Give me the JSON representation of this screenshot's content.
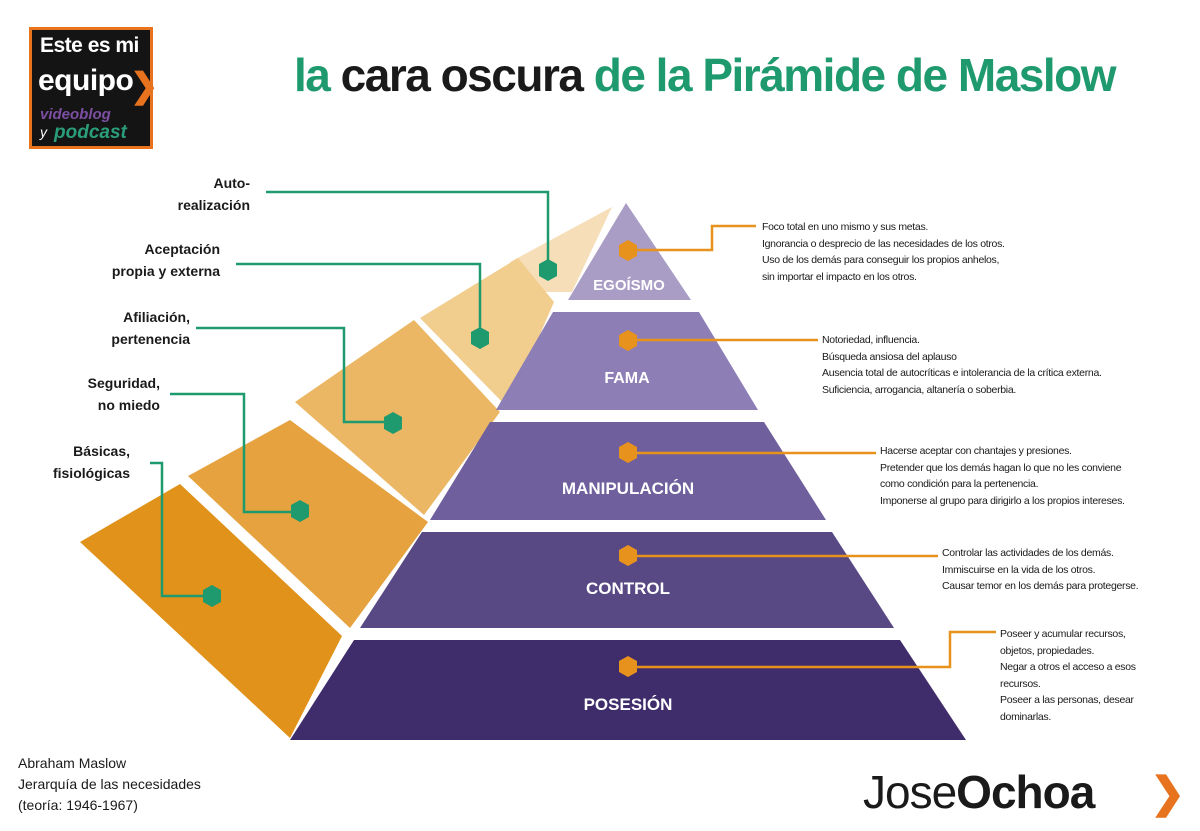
{
  "logo": {
    "line1": "Este es mi",
    "line2": "equipo",
    "line3": "videoblog",
    "line4": "y",
    "line5": "podcast"
  },
  "title": {
    "part1": "la ",
    "part2": "cara oscura ",
    "part3": "de la Pirámide de Maslow"
  },
  "maslow_levels": [
    {
      "label": "Auto-\nrealización"
    },
    {
      "label": "Aceptación\npropia y externa"
    },
    {
      "label": "Afiliación,\npertenencia"
    },
    {
      "label": "Seguridad,\nno miedo"
    },
    {
      "label": "Básicas,\nfisiológicas"
    }
  ],
  "dark_levels": [
    {
      "label": "EGOÍSMO",
      "description": [
        "Foco total en uno mismo y sus metas.",
        "Ignorancia o desprecio de las necesidades de los otros.",
        "Uso de los demás para conseguir los propios anhelos,",
        "sin importar el impacto en los otros."
      ]
    },
    {
      "label": "FAMA",
      "description": [
        "Notoriedad, influencia.",
        "Búsqueda ansiosa del aplauso",
        "Ausencia total de autocríticas e intolerancia de la crítica externa.",
        "Suficiencia, arrogancia, altanería o soberbia."
      ]
    },
    {
      "label": "MANIPULACIÓN",
      "description": [
        "Hacerse aceptar con chantajes y presiones.",
        "Pretender que los demás hagan lo que no les conviene",
        "como condición para la pertenencia.",
        "Imponerse al grupo para dirigirlo a los propios intereses."
      ]
    },
    {
      "label": "CONTROL",
      "description": [
        "Controlar las actividades de los demás.",
        "Immiscuirse en la vida de los otros.",
        "Causar temor en los demás para protegerse."
      ]
    },
    {
      "label": "POSESIÓN",
      "description": [
        "Poseer y acumular recursos,",
        "objetos, propiedades.",
        "Negar a otros el acceso a esos",
        "recursos.",
        "Poseer a las personas, desear",
        "dominarlas."
      ]
    }
  ],
  "colors": {
    "title_green": "#1e9a6e",
    "connector_green": "#1e9a6e",
    "connector_orange": "#e8921e",
    "dark_band_1": "#a99dc6",
    "dark_band_2": "#8d7fb5",
    "dark_band_3": "#6f5f9c",
    "dark_band_4": "#584884",
    "dark_band_5": "#3f2c6b",
    "light_band_1": "#f6dfb8",
    "light_band_2": "#f1cd8e",
    "light_band_3": "#ebb764",
    "light_band_4": "#e5a23e",
    "light_band_5": "#e0921a"
  },
  "footer": {
    "line1": "Abraham Maslow",
    "line2": "Jerarquía de las necesidades",
    "line3": "(teoría: 1946-1967)"
  },
  "brand": {
    "light": "Jose",
    "bold": "Ochoa"
  }
}
